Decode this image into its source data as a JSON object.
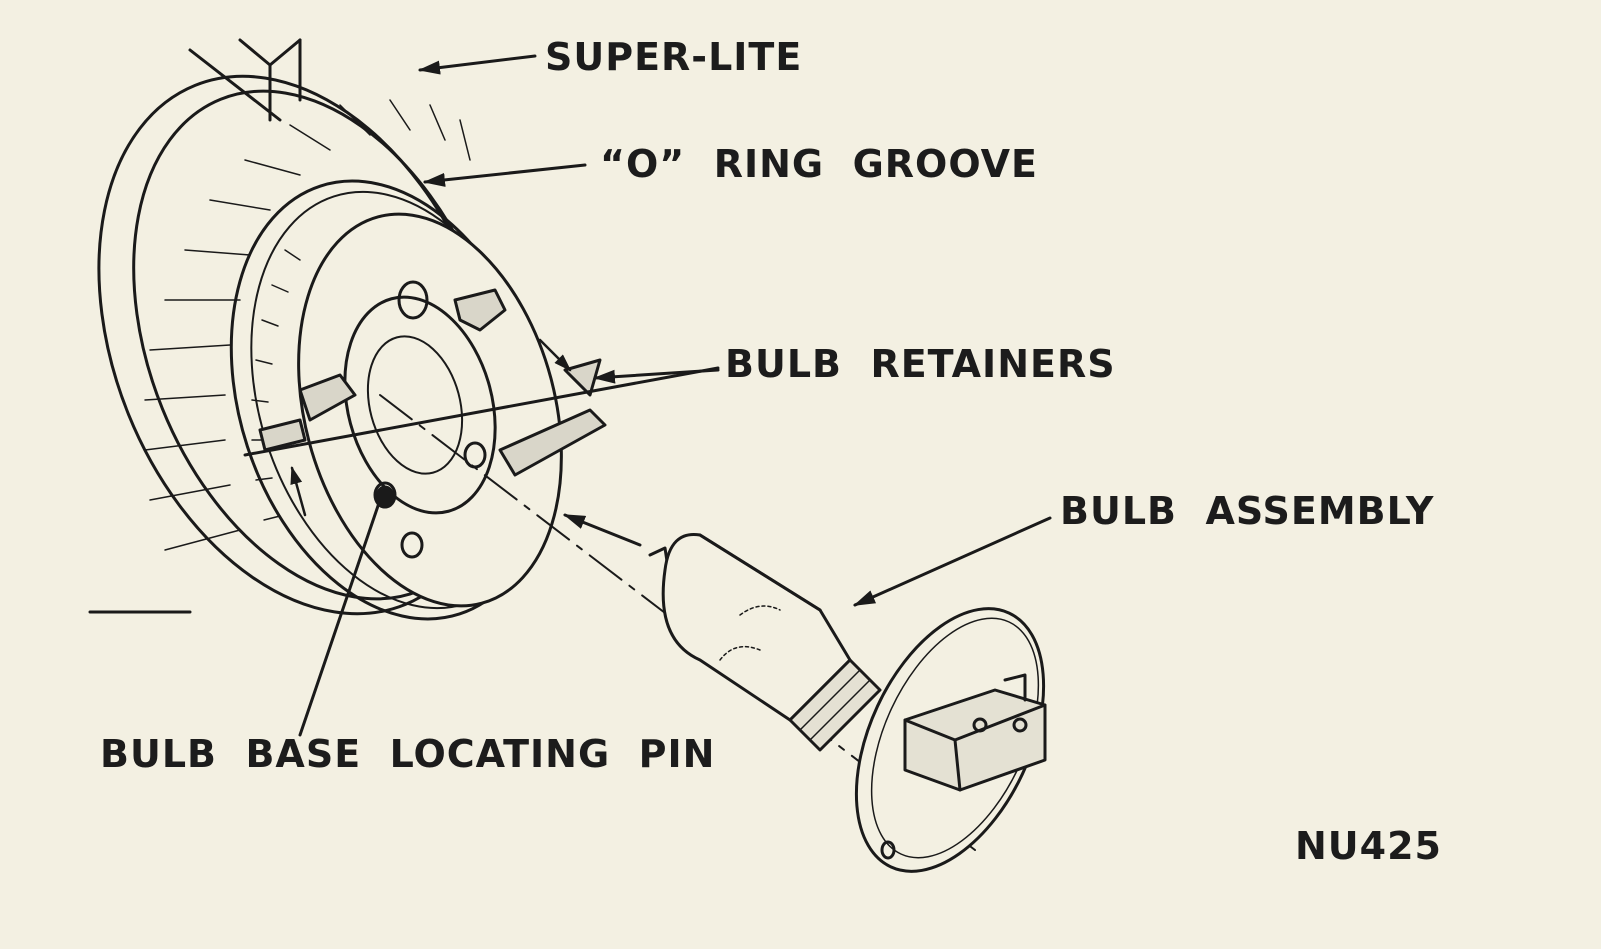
{
  "labels": {
    "super_lite": "SUPER-LITE",
    "o_ring_groove": "“O”  RING  GROOVE",
    "bulb_retainers": "BULB  RETAINERS",
    "bulb_assembly": "BULB  ASSEMBLY",
    "bulb_base_locating_pin": "BULB  BASE  LOCATING  PIN",
    "figure_code": "NU425"
  }
}
